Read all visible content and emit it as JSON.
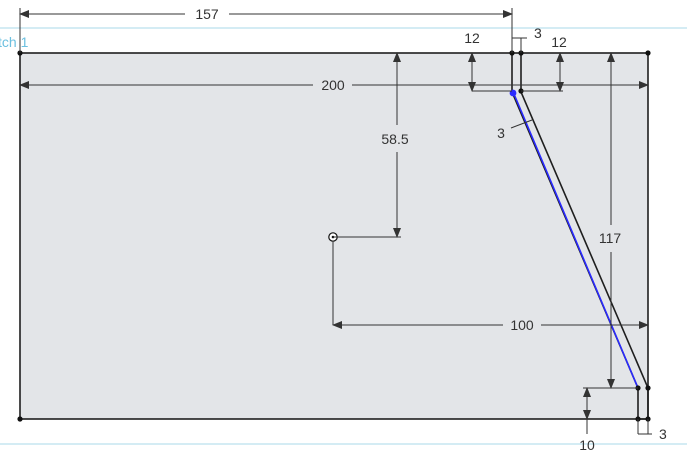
{
  "sketch": {
    "label": "tch 1"
  },
  "dimensions": {
    "top_offset": "157",
    "width": "200",
    "height_to_origin": "58.5",
    "slot_width_top": "3",
    "slot_top_left_offset": "12",
    "slot_top_right_offset": "12",
    "slot_thickness": "3",
    "slot_height": "117",
    "origin_to_right": "100",
    "bottom_offset": "10",
    "slot_width_bottom": "3"
  },
  "colors": {
    "plate_fill": "#e3e5e8",
    "outline": "#1f1f1f",
    "construction": "#2a2aff",
    "dimension": "#333333",
    "guide": "#a8d8ea",
    "sketch_label": "#6cc0e0"
  }
}
